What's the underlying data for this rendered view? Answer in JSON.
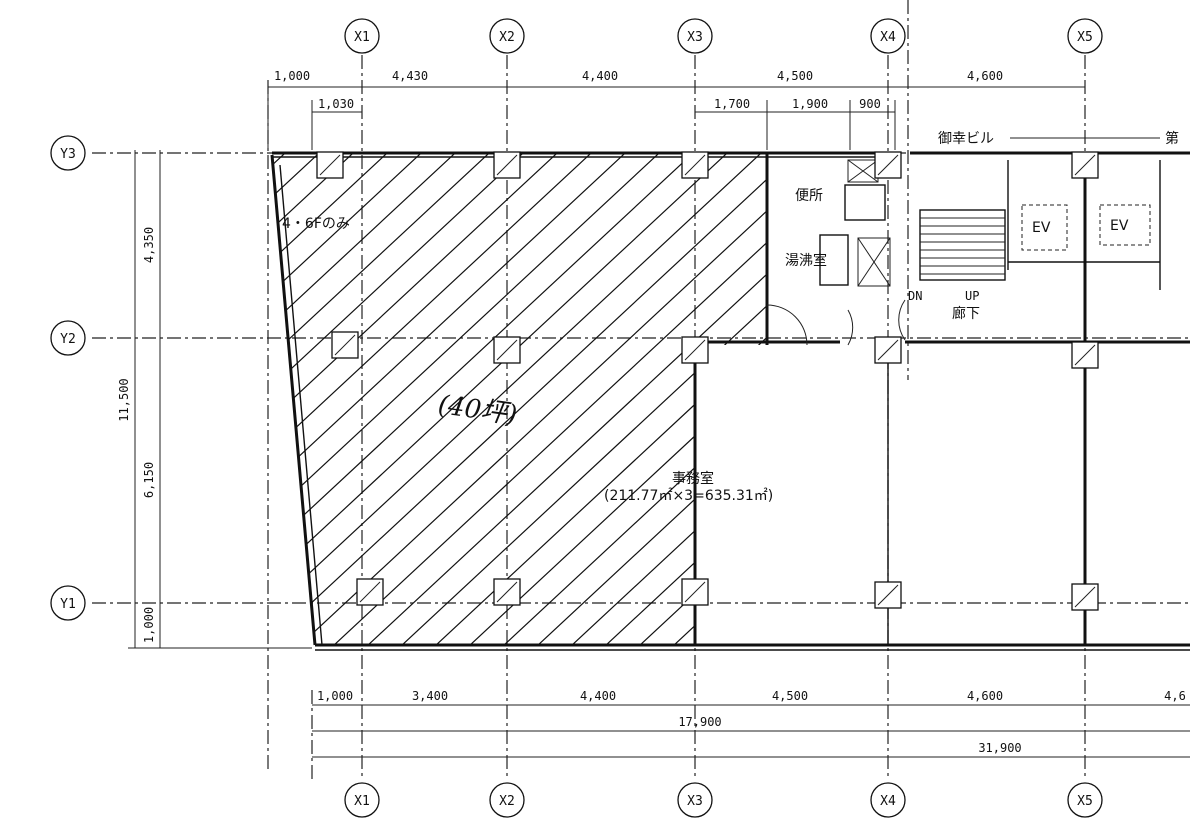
{
  "grid": {
    "x_top": [
      "X1",
      "X2",
      "X3",
      "X4",
      "X5"
    ],
    "x_bottom": [
      "X1",
      "X2",
      "X3",
      "X4",
      "X5"
    ],
    "y": [
      "Y3",
      "Y2",
      "Y1"
    ]
  },
  "dims": {
    "top_row1": [
      "1,000",
      "4,430",
      "4,400",
      "4,500",
      "4,600"
    ],
    "top_row2": [
      "1,030",
      "1,700",
      "1,900",
      "900"
    ],
    "left_total": "11,500",
    "left_parts": [
      "4,350",
      "6,150",
      "1,000"
    ],
    "bottom_row1": [
      "1,000",
      "3,400",
      "4,400",
      "4,500",
      "4,600",
      "4,6"
    ],
    "bottom_total1": "17,900",
    "bottom_total2": "31,900"
  },
  "labels": {
    "floor_note": "4・6Fのみ",
    "toilet": "便所",
    "kitchen": "湯沸室",
    "neighbor": "御幸ビル",
    "neighbor2": "第",
    "ev": "EV",
    "dn": "DN",
    "up": "UP",
    "corridor": "廊下",
    "office": "事務室",
    "office_area": "(211.77㎡×3=635.31㎡)",
    "handwritten_area": "(40坪)"
  }
}
